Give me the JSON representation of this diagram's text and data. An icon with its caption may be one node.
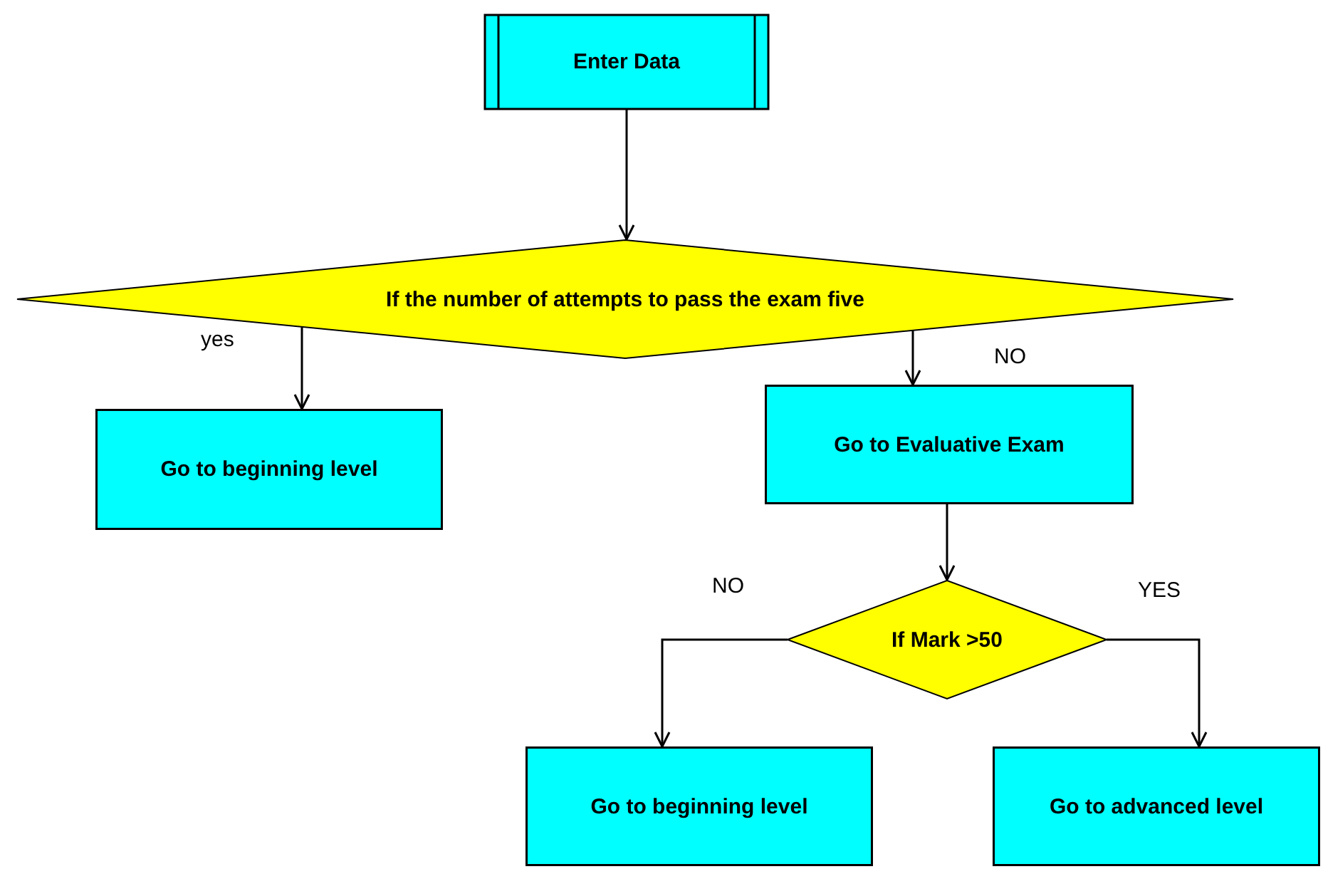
{
  "diagram": {
    "nodes": [
      {
        "text": [
          "Enter Data"
        ]
      },
      {
        "text": [
          "If the number of attempts to pass the exam five"
        ]
      },
      {
        "text": [
          "Go to beginning level"
        ]
      },
      {
        "text": [
          "Go to Evaluative Exam"
        ]
      },
      {
        "text": [
          "If Mark >50"
        ]
      },
      {
        "text": [
          "Go to beginning level"
        ]
      },
      {
        "text": [
          "Go to advanced level"
        ]
      }
    ],
    "edges": [
      {
        "from": 0,
        "to": 1,
        "arrow": "to"
      },
      {
        "from": 1,
        "to": 2,
        "arrow": "to",
        "label": "yes"
      },
      {
        "from": 1,
        "to": 3,
        "arrow": "to",
        "label": "NO"
      },
      {
        "from": 3,
        "to": 4,
        "arrow": "to"
      },
      {
        "from": 4,
        "to": 5,
        "arrow": "to",
        "label": "NO"
      },
      {
        "from": 4,
        "to": 6,
        "arrow": "to",
        "label": "YES"
      }
    ]
  }
}
